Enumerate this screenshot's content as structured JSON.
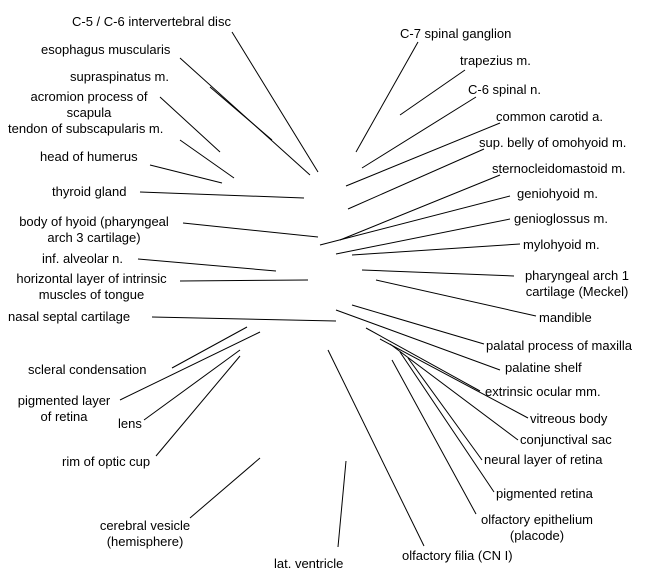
{
  "figure": {
    "background": "#ffffff",
    "line_color": "#000000",
    "labels": {
      "c5_c6_disc": "C-5 / C-6 intervertebral disc",
      "esophagus": "esophagus muscularis",
      "supraspinatus": "supraspinatus m.",
      "acromion_1": "acromion process of",
      "acromion_2": "scapula",
      "subscapularis_tendon": "tendon of subscapularis m.",
      "head_humerus": "head of humerus",
      "thyroid": "thyroid gland",
      "hyoid_1": "body of hyoid (pharyngeal",
      "hyoid_2": "arch 3  cartilage)",
      "inf_alveolar": "inf. alveolar n.",
      "horiz_layer_1": "horizontal layer of intrinsic",
      "horiz_layer_2": "muscles of tongue",
      "nasal_septal": "nasal septal cartilage",
      "scleral": "scleral condensation",
      "pigmented_layer_1": "pigmented layer",
      "pigmented_layer_2": "of retina",
      "lens": "lens",
      "rim_optic": "rim of optic cup",
      "cerebral_1": "cerebral vesicle",
      "cerebral_2": "(hemisphere)",
      "lat_ventricle": "lat. ventricle",
      "c7_ganglion": "C-7 spinal ganglion",
      "trapezius": "trapezius m.",
      "c6_nerve": "C-6 spinal n.",
      "carotid": "common carotid a.",
      "omohyoid": "sup. belly of omohyoid m.",
      "sternocleido": "sternocleidomastoid m.",
      "geniohyoid": "geniohyoid m.",
      "genioglossus": "genioglossus m.",
      "mylohyoid": "mylohyoid m.",
      "meckel_1": "pharyngeal arch 1",
      "meckel_2": "cartilage (Meckel)",
      "mandible": "mandible",
      "palatal": "palatal process of maxilla",
      "palatine": "palatine shelf",
      "extrinsic": "extrinsic ocular mm.",
      "vitreous": "vitreous body",
      "conjunctival": "conjunctival sac",
      "neural_layer": "neural layer of retina",
      "pigmented_retina": "pigmented retina",
      "olf_epi_1": "olfactory epithelium",
      "olf_epi_2": "(placode)",
      "olf_filia": "olfactory filia (CN I)"
    }
  }
}
